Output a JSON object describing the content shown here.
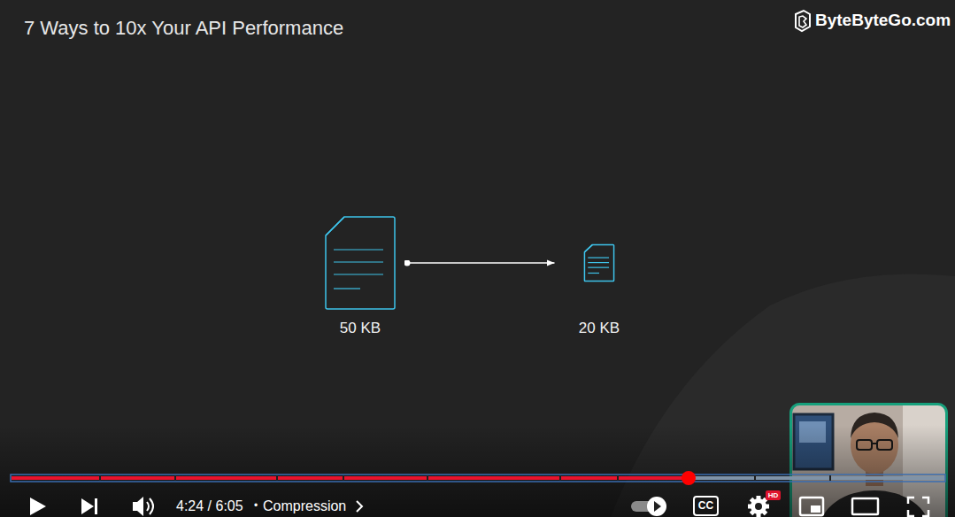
{
  "diagram": {
    "title": "7 Ways to 10x Your API Performance",
    "nodes": [
      {
        "text": [
          "50 KB"
        ]
      },
      {
        "text": [
          "20 KB"
        ]
      }
    ],
    "edges": [
      {
        "from": 0,
        "to": 1,
        "arrow": "to"
      }
    ],
    "labels": [
      "ByteByteGo.com",
      "4:24 / 6:05",
      "•",
      "Compression",
      "CC",
      "HD"
    ]
  }
}
